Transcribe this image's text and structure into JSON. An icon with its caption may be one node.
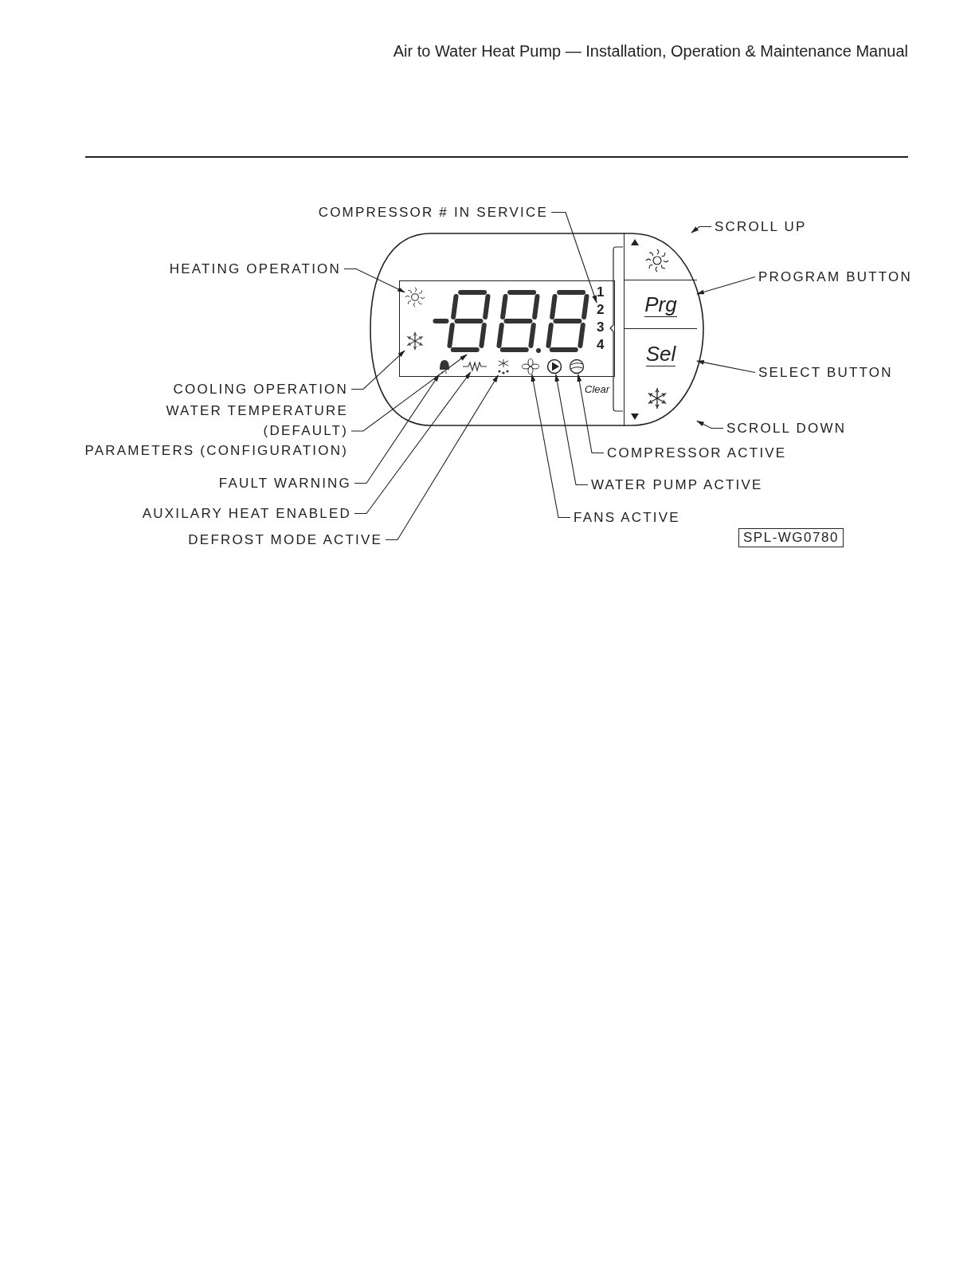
{
  "diagram": {
    "title": "Air to Water Heat Pump — Installation, Operation & Maintenance Manual",
    "nodes": [
      {
        "text": [],
        "shape": "box"
      },
      {
        "text": [],
        "shape": "box",
        "in": 0
      },
      {
        "text": [],
        "shape": "sun",
        "in": 1
      },
      {
        "text": [],
        "shape": "snowflake",
        "in": 1
      },
      {
        "text": [],
        "shape": "digits",
        "in": 1
      },
      {
        "text": [
          "1 2 3 4"
        ],
        "in": 1
      },
      {
        "text": [],
        "shape": "bell",
        "in": 1
      },
      {
        "text": [],
        "shape": "resistor",
        "in": 1
      },
      {
        "text": [],
        "shape": "defrost",
        "in": 1
      },
      {
        "text": [],
        "shape": "fan",
        "in": 1
      },
      {
        "text": [],
        "shape": "pump",
        "in": 1
      },
      {
        "text": [],
        "shape": "compressor",
        "in": 1
      },
      {
        "text": [],
        "shape": "button",
        "in": 0
      },
      {
        "text": [
          "Prg"
        ],
        "in": 0
      },
      {
        "text": [
          "Sel"
        ],
        "in": 0
      },
      {
        "text": [],
        "shape": "button",
        "in": 0
      },
      {
        "text": [
          "COMPRESSOR # IN SERVICE"
        ]
      },
      {
        "text": [
          "HEATING OPERATION"
        ]
      },
      {
        "text": [
          "COOLING OPERATION"
        ]
      },
      {
        "text": [
          "WATER TEMPERATURE (DEFAULT)",
          "PARAMETERS (CONFIGURATION)"
        ]
      },
      {
        "text": [
          "FAULT WARNING"
        ]
      },
      {
        "text": [
          "AUXILARY HEAT ENABLED"
        ]
      },
      {
        "text": [
          "DEFROST MODE ACTIVE"
        ]
      },
      {
        "text": [
          "FANS ACTIVE"
        ]
      },
      {
        "text": [
          "WATER PUMP ACTIVE"
        ]
      },
      {
        "text": [
          "COMPRESSOR ACTIVE"
        ]
      },
      {
        "text": [
          "SCROLL UP"
        ]
      },
      {
        "text": [
          "PROGRAM BUTTON"
        ]
      },
      {
        "text": [
          "SELECT BUTTON"
        ]
      },
      {
        "text": [
          "SCROLL DOWN"
        ]
      }
    ],
    "edges": [
      {
        "from": 16,
        "to": 5,
        "arrow": "to"
      },
      {
        "from": 17,
        "to": 2,
        "arrow": "to"
      },
      {
        "from": 18,
        "to": 3,
        "arrow": "to"
      },
      {
        "from": 19,
        "to": 4,
        "arrow": "to"
      },
      {
        "from": 20,
        "to": 6,
        "arrow": "to"
      },
      {
        "from": 21,
        "to": 7,
        "arrow": "to"
      },
      {
        "from": 22,
        "to": 8,
        "arrow": "to"
      },
      {
        "from": 23,
        "to": 9,
        "arrow": "to"
      },
      {
        "from": 24,
        "to": 10,
        "arrow": "to"
      },
      {
        "from": 25,
        "to": 11,
        "arrow": "to"
      },
      {
        "from": 26,
        "to": 12,
        "arrow": "to"
      },
      {
        "from": 27,
        "to": 13,
        "arrow": "to"
      },
      {
        "from": 28,
        "to": 14,
        "arrow": "to"
      },
      {
        "from": 29,
        "to": 15,
        "arrow": "to"
      }
    ],
    "labels": [
      "Clear",
      "SPL-WG0780"
    ]
  }
}
